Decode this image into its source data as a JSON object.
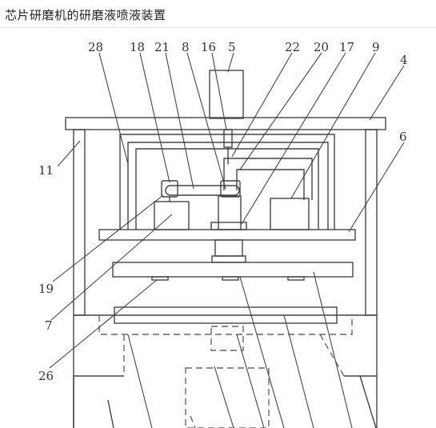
{
  "header": {
    "title": "芯片研磨机的研磨液喷液装置"
  },
  "diagram": {
    "labels": [
      "28",
      "18",
      "21",
      "8",
      "16",
      "5",
      "22",
      "20",
      "17",
      "9",
      "4",
      "6",
      "11",
      "19",
      "7",
      "26"
    ],
    "colors": {
      "line": "#444444",
      "label": "#333333",
      "dash": "#666666"
    }
  }
}
